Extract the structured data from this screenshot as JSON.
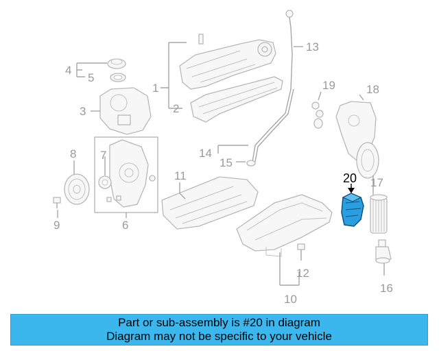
{
  "callouts": {
    "c1": "1",
    "c2": "2",
    "c3": "3",
    "c4": "4",
    "c5": "5",
    "c6": "6",
    "c7": "7",
    "c8": "8",
    "c9": "9",
    "c10": "10",
    "c11": "11",
    "c12": "12",
    "c13": "13",
    "c14": "14",
    "c15": "15",
    "c16": "16",
    "c17": "17",
    "c18": "18",
    "c19": "19",
    "c20": "20"
  },
  "highlight": {
    "part": "20",
    "color": "#2a9fe0"
  },
  "banner": {
    "line1": "Part or sub-assembly is #20 in diagram",
    "line2": "Diagram may not be specific to your vehicle",
    "color": "#3cb7ee"
  }
}
